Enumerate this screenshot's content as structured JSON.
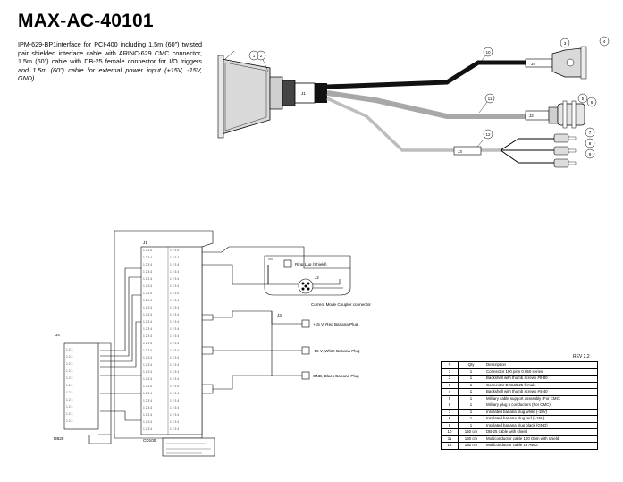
{
  "page": {
    "title": "MAX-AC-40101",
    "description": {
      "normal": "IPM-629-BP1interface for PCI-400 including 1.5m (60\") twisted pair shielded interface cable with ARINC-629 CMC connector, 1.5m (60\") cable with DB-25 female connector for I/O triggers ",
      "italic": "and 1.5m (60\") cable for external power input (+15V, -15V, GND)."
    },
    "revision": "REV 2.2"
  },
  "cable_drawing": {
    "j1": "J1",
    "j2": "J2",
    "j3": "J3",
    "j4": "J4",
    "balloons": [
      "1",
      "2",
      "3",
      "4",
      "5",
      "6",
      "7",
      "8",
      "9",
      "10",
      "11",
      "12"
    ]
  },
  "schematic": {
    "j1_label": "J1",
    "j1_part": "CD100",
    "j4_label": "J4",
    "j4_part": "DB25",
    "j2_label": "J2",
    "j3_label": "J3",
    "ring_lug": "Ring Lug (Shield)",
    "coupler": "Current Mode Coupler connector",
    "plugs": [
      "+15 V, Red Banana Plug",
      "-15 V, White Banana Plug",
      "GND, Black Banana Plug"
    ]
  },
  "bom": {
    "headers": [
      "#",
      "Qty",
      "Description"
    ],
    "rows": [
      [
        "1",
        "1",
        "Connector 100 pins 0.050 series"
      ],
      [
        "2",
        "1",
        "Backshell with thumb screws #0-80"
      ],
      [
        "3",
        "1",
        "Connector D-SUB 25 female"
      ],
      [
        "4",
        "1",
        "Backshell with thumb screws #4-40"
      ],
      [
        "5",
        "1",
        "Military cable support assembly (For CMC)"
      ],
      [
        "6",
        "1",
        "Military plug 5 conductors (For CMC)"
      ],
      [
        "7",
        "1",
        "Insulated banana plug white (-15V)"
      ],
      [
        "8",
        "1",
        "Insulated banana plug red (+15V)"
      ],
      [
        "9",
        "1",
        "Insulated banana plug black (GND)"
      ],
      [
        "10",
        "150 cm",
        "DB-25 cable with shield"
      ],
      [
        "11",
        "150 cm",
        "Multiconductor cable 100 Ohm with shield"
      ],
      [
        "12",
        "150 cm",
        "Multiconductor cable 18 AWG"
      ]
    ]
  },
  "colors": {
    "line": "#000000",
    "cable_black": "#111111",
    "cable_grey": "#a8a8a8",
    "cable_light": "#bdbdbd",
    "connector_fill": "#d9d9d9"
  }
}
